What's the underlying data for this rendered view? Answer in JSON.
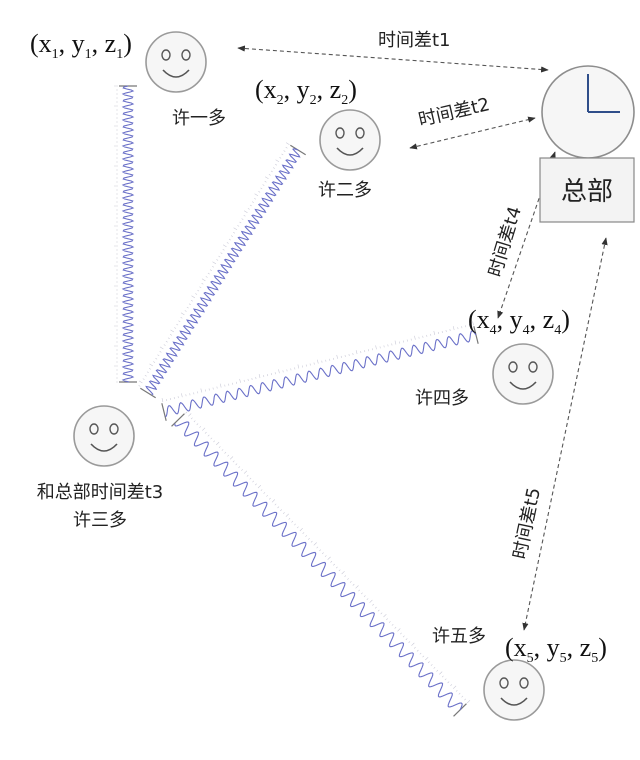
{
  "people": [
    {
      "id": "p1",
      "name": "许一多",
      "coord": {
        "x": "x",
        "y": "y",
        "z": "z",
        "sub": "1"
      }
    },
    {
      "id": "p2",
      "name": "许二多",
      "coord": {
        "x": "x",
        "y": "y",
        "z": "z",
        "sub": "2"
      }
    },
    {
      "id": "p3",
      "name": "许三多",
      "note": "和总部时间差t3"
    },
    {
      "id": "p4",
      "name": "许四多",
      "coord": {
        "x": "x",
        "y": "y",
        "z": "z",
        "sub": "4"
      }
    },
    {
      "id": "p5",
      "name": "许五多",
      "coord": {
        "x": "x",
        "y": "y",
        "z": "z",
        "sub": "5"
      }
    }
  ],
  "headquarters": {
    "label": "总部"
  },
  "time_diffs": {
    "t1": "时间差t1",
    "t2": "时间差t2",
    "t4": "时间差t4",
    "t5": "时间差t5"
  },
  "icons": {
    "face": "smiley-face-icon",
    "clock": "clock-icon",
    "signal": "signal-wave-icon"
  },
  "colors": {
    "wave": "#6a70c8",
    "face_fill": "#f6f6f6",
    "box_fill": "#f3f3f3"
  }
}
